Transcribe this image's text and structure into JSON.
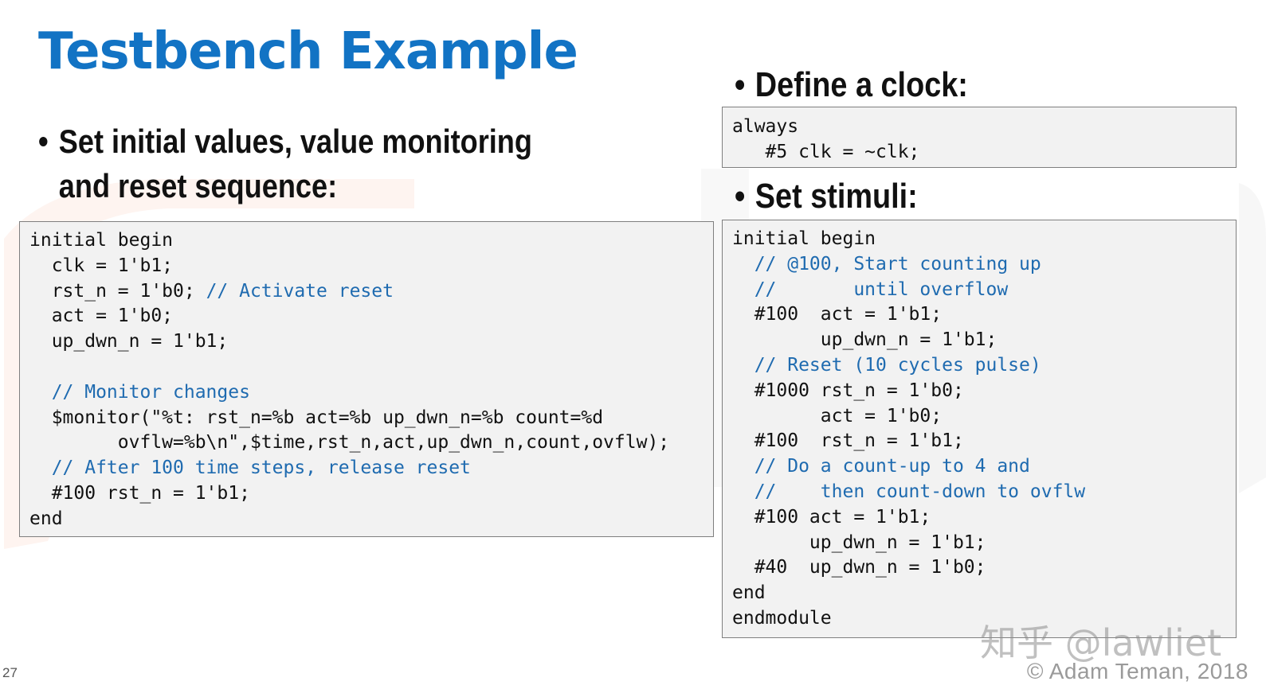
{
  "slide": {
    "title": "Testbench Example",
    "page_number": "27",
    "copyright": "© Adam Teman, 2018",
    "watermark": "知乎 @lawliet"
  },
  "left": {
    "bullet_line1": "Set initial values, value monitoring",
    "bullet_line2": "and reset sequence:",
    "code": [
      {
        "text": "initial begin",
        "type": "code"
      },
      {
        "text": "  clk = 1'b1;",
        "type": "code"
      },
      {
        "text": "  rst_n = 1'b0; ",
        "comment": "// Activate reset",
        "type": "mixed"
      },
      {
        "text": "  act = 1'b0;",
        "type": "code"
      },
      {
        "text": "  up_dwn_n = 1'b1;",
        "type": "code"
      },
      {
        "text": "",
        "type": "code"
      },
      {
        "text": "  // Monitor changes",
        "type": "comment"
      },
      {
        "text": "  $monitor(\"%t: rst_n=%b act=%b up_dwn_n=%b count=%d",
        "type": "code"
      },
      {
        "text": "        ovflw=%b\\n\",$time,rst_n,act,up_dwn_n,count,ovflw);",
        "type": "code"
      },
      {
        "text": "  // After 100 time steps, release reset",
        "type": "comment"
      },
      {
        "text": "  #100 rst_n = 1'b1;",
        "type": "code"
      },
      {
        "text": "end",
        "type": "code"
      }
    ]
  },
  "right": {
    "bullet_clock": "Define a clock:",
    "clock_code": [
      {
        "text": "always",
        "type": "code"
      },
      {
        "text": "   #5 clk = ~clk;",
        "type": "code"
      }
    ],
    "bullet_stimuli": "Set stimuli:",
    "stimuli_code": [
      {
        "text": "initial begin",
        "type": "code"
      },
      {
        "text": "  // @100, Start counting up",
        "type": "comment"
      },
      {
        "text": "  //       until overflow",
        "type": "comment"
      },
      {
        "text": "  #100  act = 1'b1;",
        "type": "code"
      },
      {
        "text": "        up_dwn_n = 1'b1;",
        "type": "code"
      },
      {
        "text": "  // Reset (10 cycles pulse)",
        "type": "comment"
      },
      {
        "text": "  #1000 rst_n = 1'b0;",
        "type": "code"
      },
      {
        "text": "        act = 1'b0;",
        "type": "code"
      },
      {
        "text": "  #100  rst_n = 1'b1;",
        "type": "code"
      },
      {
        "text": "  // Do a count-up to 4 and",
        "type": "comment"
      },
      {
        "text": "  //    then count-down to ovflw",
        "type": "comment"
      },
      {
        "text": "  #100 act = 1'b1;",
        "type": "code"
      },
      {
        "text": "       up_dwn_n = 1'b1;",
        "type": "code"
      },
      {
        "text": "  #40  up_dwn_n = 1'b0;",
        "type": "code"
      },
      {
        "text": "end",
        "type": "code"
      },
      {
        "text": "endmodule",
        "type": "code"
      }
    ]
  },
  "colors": {
    "title": "#1273c4",
    "comment": "#1f6bb0",
    "code_bg": "#f2f2f2",
    "code_border": "#7f7f7f"
  }
}
